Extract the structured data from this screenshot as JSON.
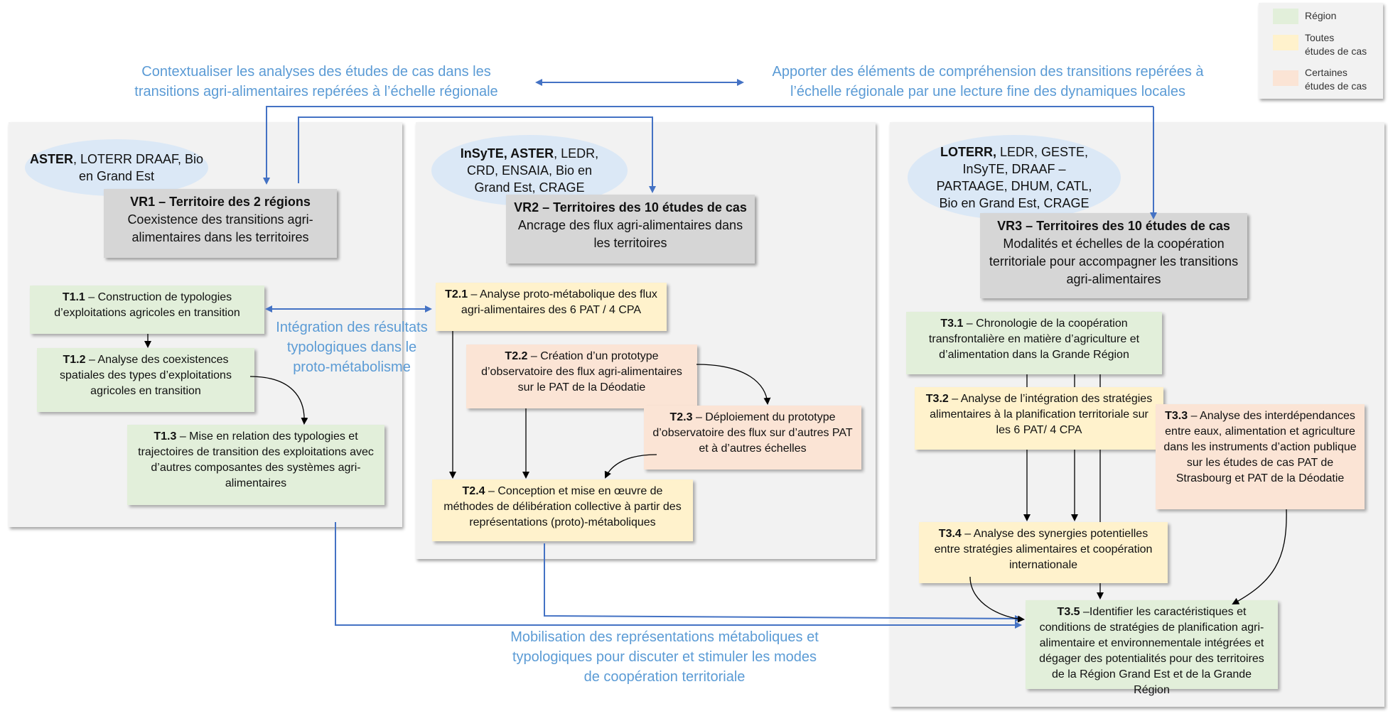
{
  "legend": {
    "region": "Région",
    "toutes": "Toutes\nétudes de cas",
    "certaines": "Certaines\nétudes de cas"
  },
  "top_left_text": "Contextualiser les analyses des études de cas dans les transitions agri-alimentaires repérées à l’échelle régionale",
  "top_right_text": "Apporter des éléments de compréhension des transitions repérées à l’échelle régionale par une lecture fine des dynamiques locales",
  "middle_text": "Intégration des résultats typologiques dans le proto-métabolisme",
  "bottom_text": "Mobilisation des représentations métaboliques et typologiques pour discuter et stimuler les modes de coopération territoriale",
  "ellipse1": {
    "bold": "ASTER",
    "rest": ", LOTERR DRAAF, Bio en Grand Est"
  },
  "ellipse2": {
    "bold": "InSyTE, ASTER",
    "rest": ", LEDR, CRD, ENSAIA, Bio en Grand Est, CRAGE"
  },
  "ellipse3": {
    "bold": "LOTERR,",
    "rest": " LEDR, GESTE, InSyTE, DRAAF – PARTAAGE, DHUM, CATL, Bio en Grand Est, CRAGE"
  },
  "vr1": {
    "title": "VR1 – Territoire des 2 régions",
    "desc": "Coexistence des transitions agri-alimentaires dans les territoires"
  },
  "vr2": {
    "title": "VR2 – Territoires des 10 études de cas",
    "desc": "Ancrage des flux agri-alimentaires dans les territoires"
  },
  "vr3": {
    "title": "VR3 – Territoires des 10 études de cas",
    "desc": "Modalités et échelles de la coopération territoriale pour accompagner les transitions agri-alimentaires"
  },
  "tasks": {
    "t11": {
      "code": "T1.1",
      "text": " – Construction de typologies d’exploitations agricoles en transition"
    },
    "t12": {
      "code": "T1.2",
      "text": " – Analyse des coexistences spatiales des types d’exploitations agricoles en transition"
    },
    "t13": {
      "code": "T1.3",
      "text": " – Mise en relation des typologies et trajectoires de transition des exploitations avec d’autres composantes des systèmes agri-alimentaires"
    },
    "t21": {
      "code": "T2.1",
      "text": " – Analyse proto-métabolique des flux agri-alimentaires des 6 PAT / 4 CPA"
    },
    "t22": {
      "code": "T2.2",
      "text": " – Création d’un prototype d’observatoire des flux agri-alimentaires sur le PAT de la Déodatie"
    },
    "t23": {
      "code": "T2.3",
      "text": " – Déploiement du prototype d’observatoire des flux sur d’autres PAT et à d’autres échelles"
    },
    "t24": {
      "code": "T2.4",
      "text": " – Conception et mise en œuvre de méthodes de délibération collective à partir des représentations (proto)-métaboliques"
    },
    "t31": {
      "code": "T3.1",
      "text": " – Chronologie de la coopération transfrontalière en matière d’agriculture et d’alimentation dans la Grande Région"
    },
    "t32": {
      "code": "T3.2",
      "text": " – Analyse de l’intégration des stratégies alimentaires à la planification territoriale sur les 6 PAT/ 4 CPA"
    },
    "t33": {
      "code": "T3.3",
      "text": " – Analyse des interdépendances entre eaux, alimentation et agriculture dans les instruments d’action publique sur les études de cas PAT de Strasbourg et PAT de la Déodatie"
    },
    "t34": {
      "code": "T3.4",
      "text": " – Analyse des synergies potentielles entre stratégies alimentaires et coopération internationale"
    },
    "t35": {
      "code": "T3.5",
      "text": " –Identifier les caractéristiques et conditions de stratégies de planification agri-alimentaire et environnementale intégrées et dégager des potentialités pour des territoires de la Région Grand Est et de la Grande Région"
    }
  },
  "colors": {
    "region": "#e2efda",
    "toutes": "#fff2cc",
    "certaines": "#fbe4d5",
    "arrow_blue": "#4472c4",
    "text_blue": "#5b9bd5"
  }
}
